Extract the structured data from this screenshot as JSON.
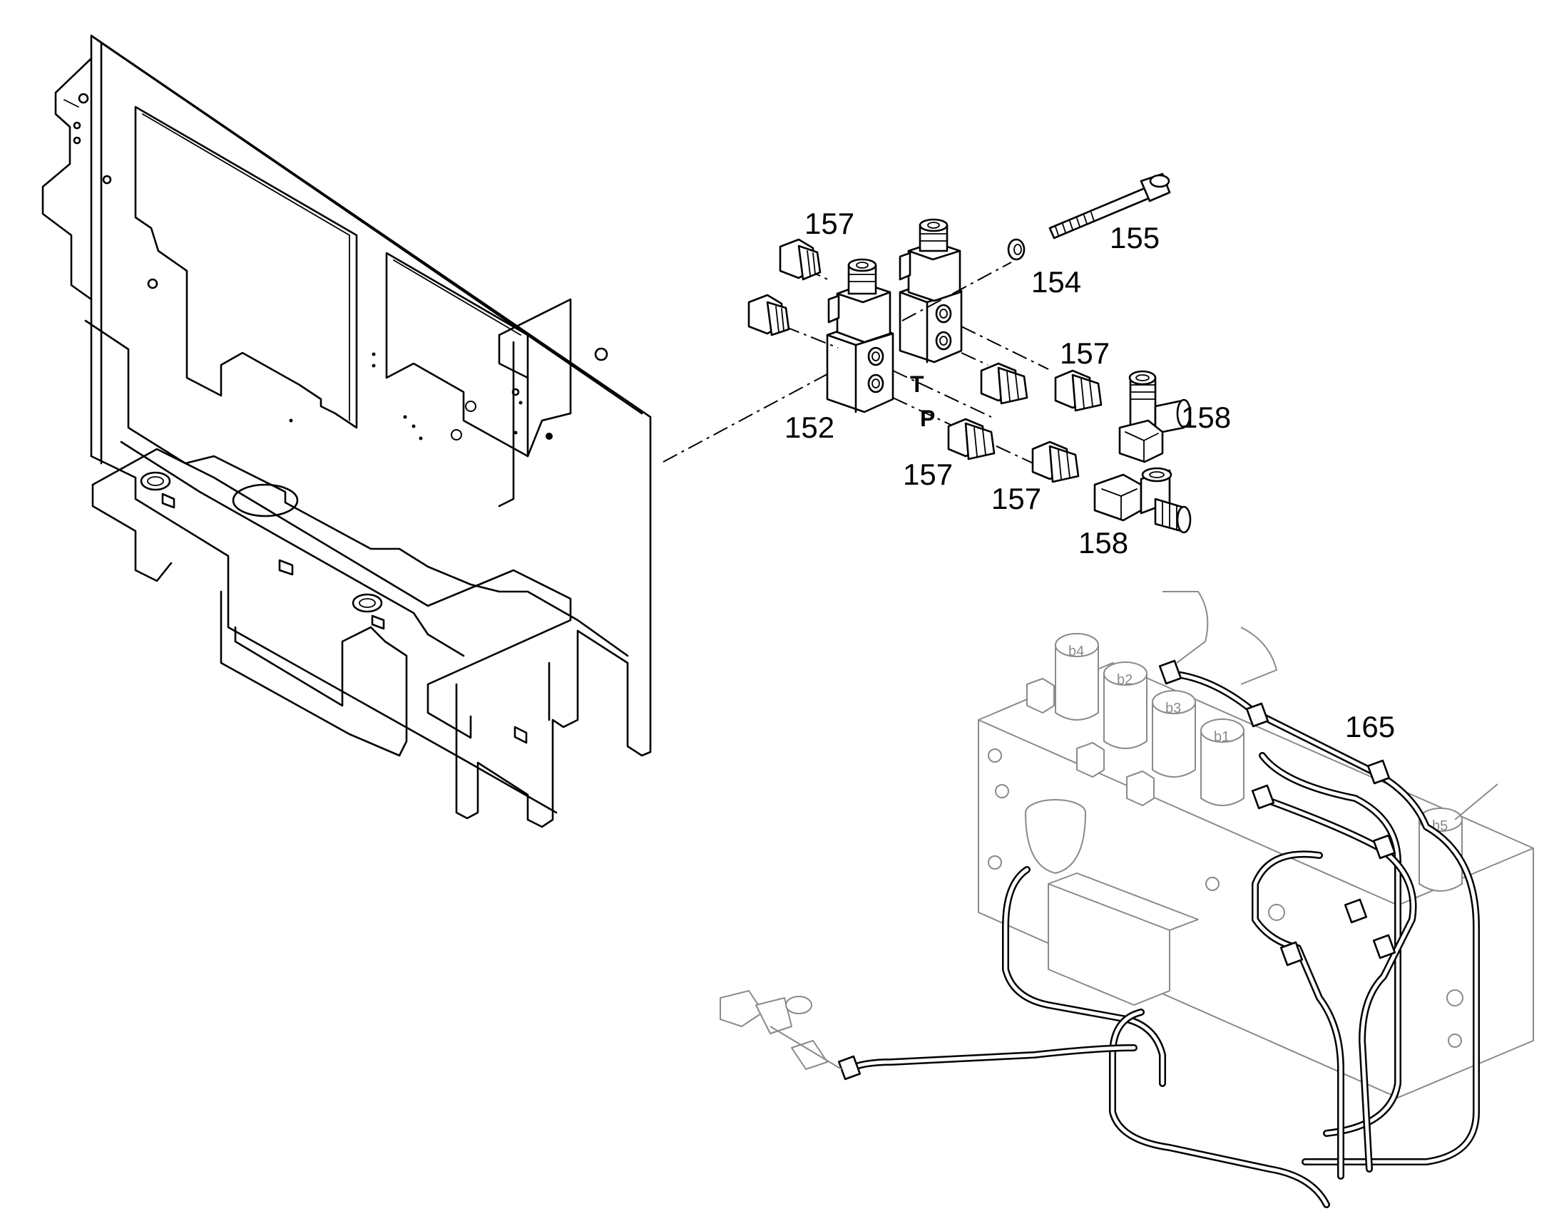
{
  "callouts": {
    "c152": "152",
    "c154": "154",
    "c155": "155",
    "c157a": "157",
    "c157b": "157",
    "c157c": "157",
    "c157d": "157",
    "c158a": "158",
    "c158b": "158",
    "c165": "165"
  },
  "port_labels": {
    "t": "T",
    "p": "P"
  },
  "block_markings": {
    "m1": "b4",
    "m2": "b2",
    "m3": "b3",
    "m4": "b1",
    "m5": "b5"
  }
}
